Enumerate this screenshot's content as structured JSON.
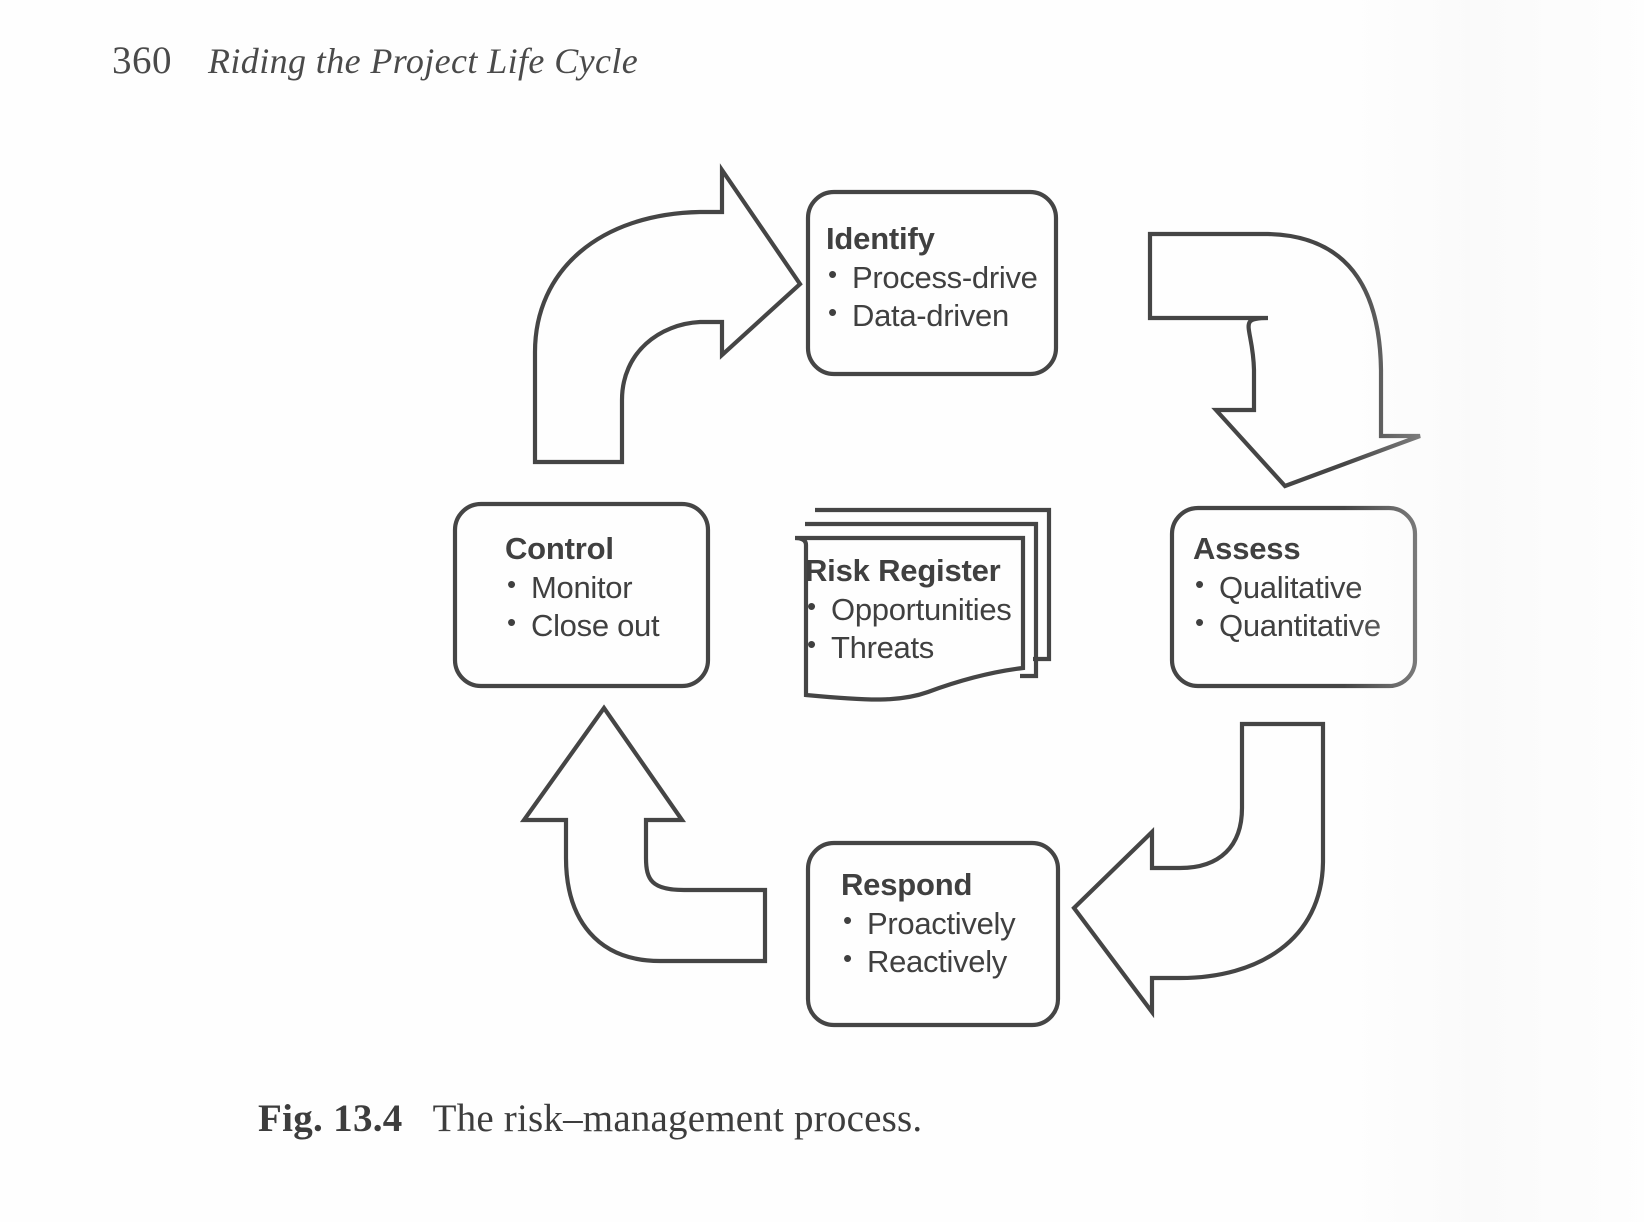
{
  "page": {
    "folio": "360",
    "running_title": "Riding the Project Life Cycle",
    "ink_color": "#404040",
    "paper_color": "#ffffff"
  },
  "figure": {
    "caption_label": "Fig. 13.4",
    "caption_text": "The risk–management process.",
    "type": "cycle-diagram",
    "nodes": [
      {
        "id": "identify",
        "heading": "Identify",
        "bullets": [
          "Process-drive",
          "Data-driven"
        ]
      },
      {
        "id": "assess",
        "heading": "Assess",
        "bullets": [
          "Qualitative",
          "Quantitative"
        ]
      },
      {
        "id": "respond",
        "heading": "Respond",
        "bullets": [
          "Proactively",
          "Reactively"
        ]
      },
      {
        "id": "control",
        "heading": "Control",
        "bullets": [
          "Monitor",
          "Close out"
        ]
      },
      {
        "id": "risk-register",
        "heading": "Risk Register",
        "bullets": [
          "Opportunities",
          "Threats"
        ]
      }
    ],
    "arrows": [
      {
        "id": "control-to-identify",
        "from": "Control",
        "to": "Identify",
        "direction": "up-then-right"
      },
      {
        "id": "identify-to-assess",
        "from": "Identify",
        "to": "Assess",
        "direction": "right-then-down"
      },
      {
        "id": "assess-to-respond",
        "from": "Assess",
        "to": "Respond",
        "direction": "down-then-left"
      },
      {
        "id": "respond-to-control",
        "from": "Respond",
        "to": "Control",
        "direction": "left-then-up"
      }
    ]
  }
}
